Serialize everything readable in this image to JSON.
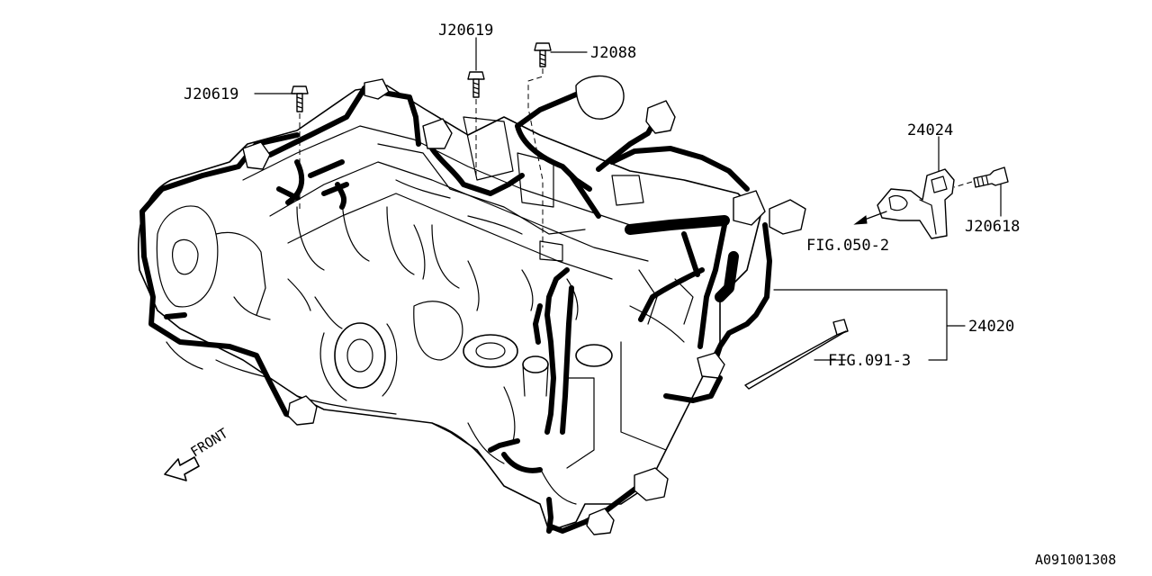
{
  "callouts": {
    "bolt_left": "J20619",
    "bolt_center": "J20619",
    "bolt_top": "J2088",
    "sensor_part": "24024",
    "sensor_bolt": "J20618",
    "sensor_ref": "FIG.050-2",
    "harness": "24020",
    "tie_ref": "FIG.091-3"
  },
  "front_label": "FRONT",
  "diagram_id": "A091001308"
}
